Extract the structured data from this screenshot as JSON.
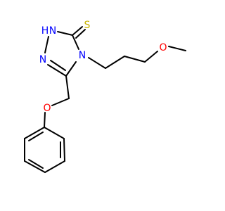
{
  "atoms": {
    "sulfur": {
      "label": "S",
      "color": "#c8b400"
    },
    "ring_n_h": {
      "label": "N",
      "color": "#0000ff"
    },
    "ring_n_h_h": {
      "label": "H",
      "color": "#0000ff"
    },
    "ring_n2": {
      "label": "N",
      "color": "#0000ff"
    },
    "ring_n4": {
      "label": "N",
      "color": "#0000ff"
    },
    "ether_o": {
      "label": "O",
      "color": "#ff0000"
    },
    "phenoxy_o": {
      "label": "O",
      "color": "#ff0000"
    }
  }
}
